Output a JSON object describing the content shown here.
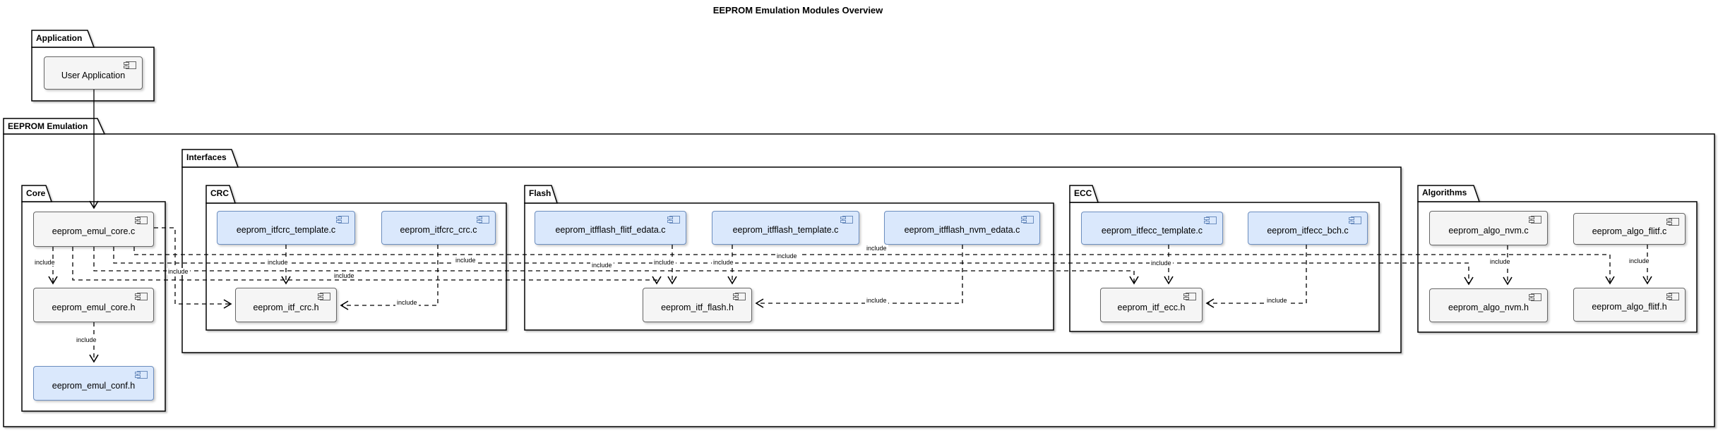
{
  "title": "EEPROM Emulation Modules Overview",
  "diagram_type": "uml-component-package-diagram",
  "labels": {
    "include": "include"
  },
  "colors": {
    "background": "#ffffff",
    "package_border": "#000000",
    "node_fill_default": "#f5f5f5",
    "node_border_default": "#666666",
    "node_fill_highlight": "#dae8fc",
    "node_border_highlight": "#6c8ebf",
    "edge_color": "#000000"
  },
  "packages": {
    "application": {
      "label": "Application"
    },
    "eeprom_emulation": {
      "label": "EEPROM Emulation"
    },
    "core": {
      "label": "Core"
    },
    "interfaces": {
      "label": "Interfaces"
    },
    "crc": {
      "label": "CRC"
    },
    "flash": {
      "label": "Flash"
    },
    "ecc": {
      "label": "ECC"
    },
    "algorithms": {
      "label": "Algorithms"
    }
  },
  "components": {
    "user_application": {
      "label": "User Application",
      "style": "default",
      "package": "Application"
    },
    "eeprom_emul_core_c": {
      "label": "eeprom_emul_core.c",
      "style": "default",
      "package": "Core"
    },
    "eeprom_emul_core_h": {
      "label": "eeprom_emul_core.h",
      "style": "default",
      "package": "Core"
    },
    "eeprom_emul_conf_h": {
      "label": "eeprom_emul_conf.h",
      "style": "highlight",
      "package": "Core"
    },
    "eeprom_itfcrc_template_c": {
      "label": "eeprom_itfcrc_template.c",
      "style": "highlight",
      "package": "CRC"
    },
    "eeprom_itfcrc_crc_c": {
      "label": "eeprom_itfcrc_crc.c",
      "style": "highlight",
      "package": "CRC"
    },
    "eeprom_itf_crc_h": {
      "label": "eeprom_itf_crc.h",
      "style": "default",
      "package": "CRC"
    },
    "eeprom_itfflash_flitf_edata_c": {
      "label": "eeprom_itfflash_flitf_edata.c",
      "style": "highlight",
      "package": "Flash"
    },
    "eeprom_itfflash_template_c": {
      "label": "eeprom_itfflash_template.c",
      "style": "highlight",
      "package": "Flash"
    },
    "eeprom_itfflash_nvm_edata_c": {
      "label": "eeprom_itfflash_nvm_edata.c",
      "style": "highlight",
      "package": "Flash"
    },
    "eeprom_itf_flash_h": {
      "label": "eeprom_itf_flash.h",
      "style": "default",
      "package": "Flash"
    },
    "eeprom_itfecc_template_c": {
      "label": "eeprom_itfecc_template.c",
      "style": "highlight",
      "package": "ECC"
    },
    "eeprom_itfecc_bch_c": {
      "label": "eeprom_itfecc_bch.c",
      "style": "highlight",
      "package": "ECC"
    },
    "eeprom_itf_ecc_h": {
      "label": "eeprom_itf_ecc.h",
      "style": "default",
      "package": "ECC"
    },
    "eeprom_algo_nvm_c": {
      "label": "eeprom_algo_nvm.c",
      "style": "default",
      "package": "Algorithms"
    },
    "eeprom_algo_flitf_c": {
      "label": "eeprom_algo_flitf.c",
      "style": "default",
      "package": "Algorithms"
    },
    "eeprom_algo_nvm_h": {
      "label": "eeprom_algo_nvm.h",
      "style": "default",
      "package": "Algorithms"
    },
    "eeprom_algo_flitf_h": {
      "label": "eeprom_algo_flitf.h",
      "style": "default",
      "package": "Algorithms"
    }
  },
  "edges": [
    {
      "from": "User Application",
      "to": "eeprom_emul_core.c",
      "label": "",
      "style": "solid"
    },
    {
      "from": "eeprom_emul_core.c",
      "to": "eeprom_emul_core.h",
      "label": "include",
      "style": "dashed"
    },
    {
      "from": "eeprom_emul_core.h",
      "to": "eeprom_emul_conf.h",
      "label": "include",
      "style": "dashed"
    },
    {
      "from": "eeprom_emul_core.c",
      "to": "eeprom_itf_crc.h",
      "label": "include",
      "style": "dashed"
    },
    {
      "from": "eeprom_emul_core.c",
      "to": "eeprom_itf_flash.h",
      "label": "include",
      "style": "dashed"
    },
    {
      "from": "eeprom_emul_core.c",
      "to": "eeprom_itf_ecc.h",
      "label": "include",
      "style": "dashed"
    },
    {
      "from": "eeprom_emul_core.c",
      "to": "eeprom_algo_nvm.h",
      "label": "include",
      "style": "dashed"
    },
    {
      "from": "eeprom_emul_core.c",
      "to": "eeprom_algo_flitf.h",
      "label": "include",
      "style": "dashed"
    },
    {
      "from": "eeprom_itfcrc_template.c",
      "to": "eeprom_itf_crc.h",
      "label": "include",
      "style": "dashed"
    },
    {
      "from": "eeprom_itfcrc_crc.c",
      "to": "eeprom_itf_crc.h",
      "label": "include",
      "style": "dashed"
    },
    {
      "from": "eeprom_itfflash_flitf_edata.c",
      "to": "eeprom_itf_flash.h",
      "label": "include",
      "style": "dashed"
    },
    {
      "from": "eeprom_itfflash_template.c",
      "to": "eeprom_itf_flash.h",
      "label": "include",
      "style": "dashed"
    },
    {
      "from": "eeprom_itfflash_nvm_edata.c",
      "to": "eeprom_itf_flash.h",
      "label": "include",
      "style": "dashed"
    },
    {
      "from": "eeprom_itfecc_template.c",
      "to": "eeprom_itf_ecc.h",
      "label": "include",
      "style": "dashed"
    },
    {
      "from": "eeprom_itfecc_bch.c",
      "to": "eeprom_itf_ecc.h",
      "label": "include",
      "style": "dashed"
    },
    {
      "from": "eeprom_algo_nvm.c",
      "to": "eeprom_algo_nvm.h",
      "label": "include",
      "style": "dashed"
    },
    {
      "from": "eeprom_algo_flitf.c",
      "to": "eeprom_algo_flitf.h",
      "label": "include",
      "style": "dashed"
    }
  ]
}
